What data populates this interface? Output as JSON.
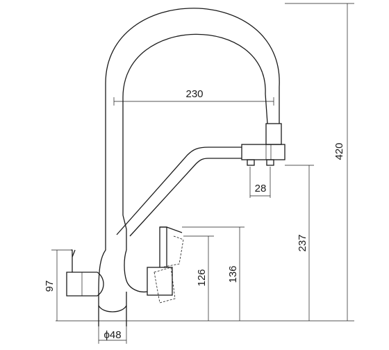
{
  "dimensions": {
    "height_total": "420",
    "spout_reach": "230",
    "outlet_width": "28",
    "spout_clearance": "237",
    "lever_height_a": "126",
    "lever_height_b": "136",
    "base_height": "97",
    "base_diameter": "ϕ48"
  }
}
